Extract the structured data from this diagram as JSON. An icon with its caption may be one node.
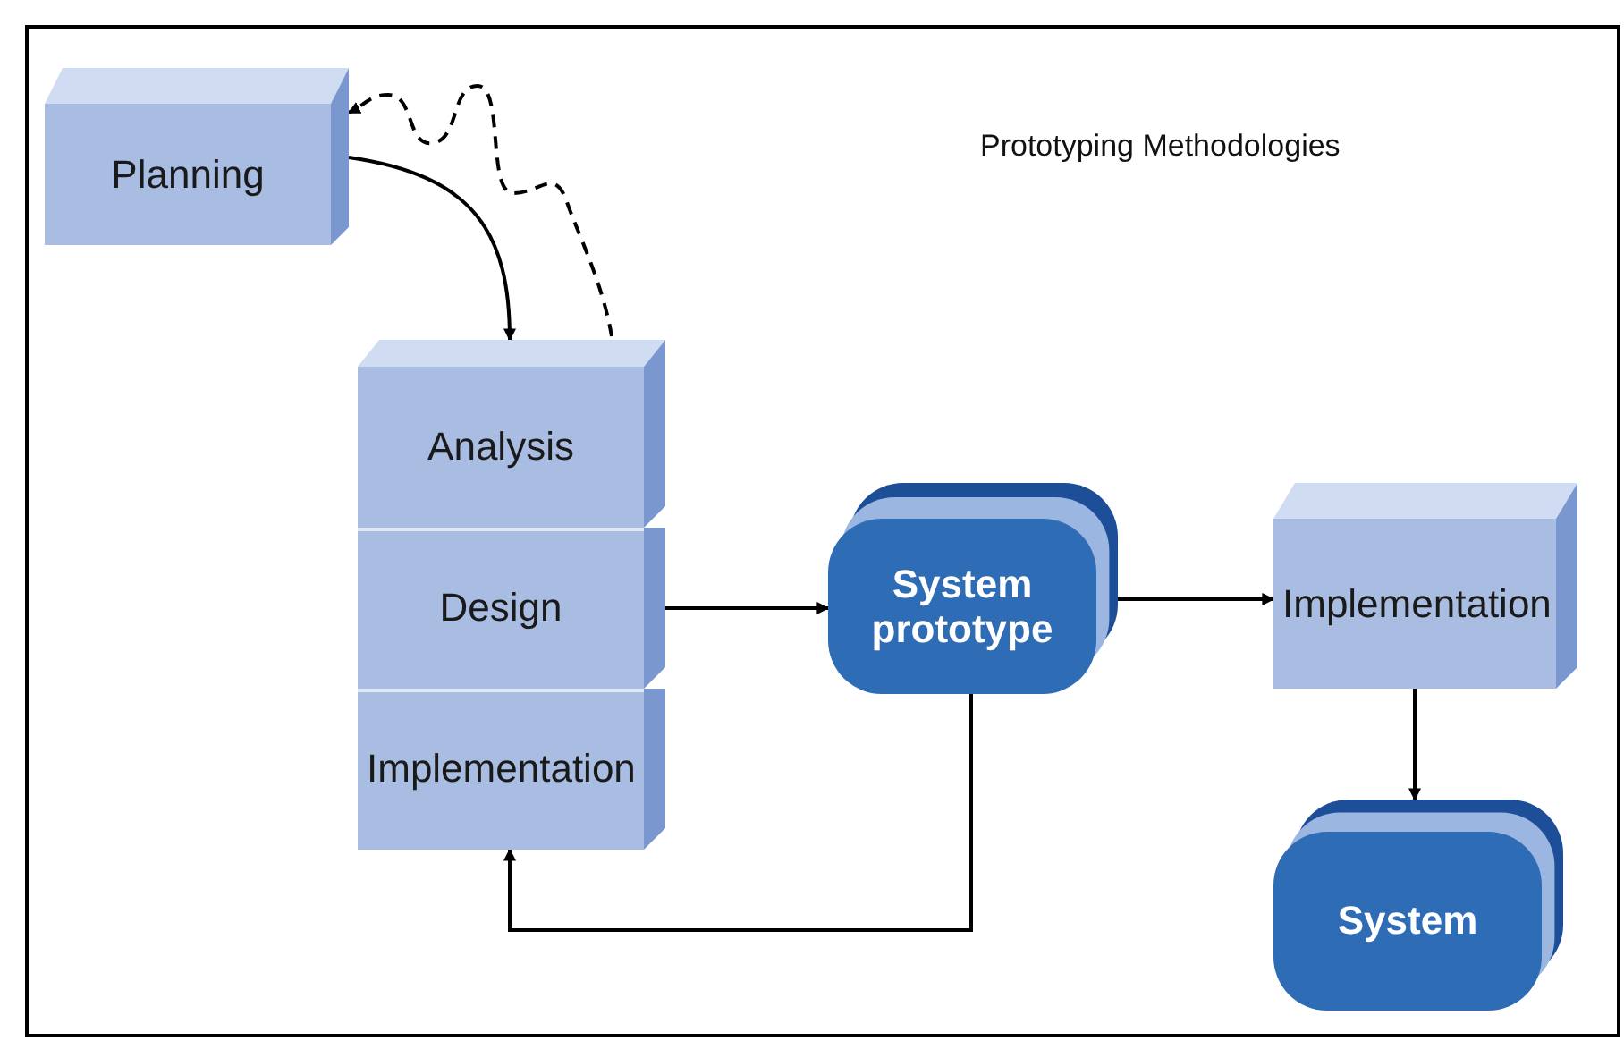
{
  "diagram": {
    "title": "Prototyping Methodologies",
    "nodes": [
      {
        "text": [
          "Planning"
        ]
      },
      {
        "text": [
          "Analysis"
        ]
      },
      {
        "text": [
          "Design"
        ]
      },
      {
        "text": [
          "Implementation"
        ]
      },
      {
        "text": [
          "System prototype"
        ]
      },
      {
        "text": [
          "Implementation"
        ]
      },
      {
        "text": [
          "System"
        ]
      }
    ],
    "edges": [
      {
        "from": 0,
        "to": 1,
        "arrow": "to"
      },
      {
        "from": 1,
        "to": 0,
        "arrow": "to",
        "style": "dashed"
      },
      {
        "from": 2,
        "to": 4,
        "arrow": "to"
      },
      {
        "from": 4,
        "to": 3,
        "arrow": "to"
      },
      {
        "from": 4,
        "to": 5,
        "arrow": "to"
      },
      {
        "from": 5,
        "to": 6,
        "arrow": "to"
      }
    ]
  }
}
